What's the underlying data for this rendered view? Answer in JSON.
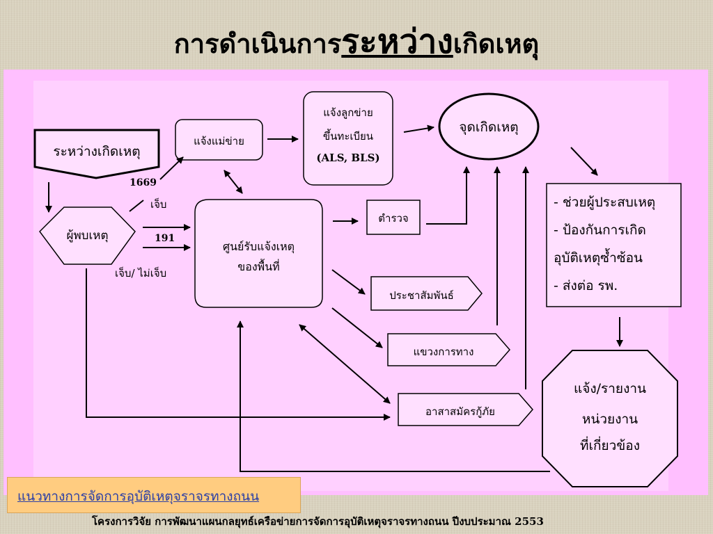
{
  "title": {
    "part1": "การดำเนินการ",
    "part2": "ระหว่าง",
    "part3": "เกิดเหตุ"
  },
  "nodes": {
    "during_incident": "ระหว่างเกิดเหตุ",
    "notify_main_network": "แจ้งแม่ข่าย",
    "notify_sub_network_line1": "แจ้งลูกข่าย",
    "notify_sub_network_line2": "ขึ้นทะเบียน",
    "notify_sub_network_line3": "(ALS, BLS)",
    "incident_scene": "จุดเกิดเหตุ",
    "witness": "ผู้พบเหตุ",
    "call_center_line1": "ศูนย์รับแจ้งเหตุ",
    "call_center_line2": "ของพื้นที่",
    "police": "ตำรวจ",
    "public_relations": "ประชาสัมพันธ์",
    "highway_district": "แขวงการทาง",
    "rescue_volunteers": "อาสาสมัครกู้ภัย",
    "actions_line1": "- ช่วยผู้ประสบเหตุ",
    "actions_line2": "- ป้องกันการเกิด",
    "actions_line3": "อุบัติเหตุซ้ำซ้อน",
    "actions_line4": "- ส่งต่อ รพ.",
    "report_line1": "แจ้ง/รายงาน",
    "report_line2": "หน่วยงาน",
    "report_line3": "ที่เกี่ยวข้อง"
  },
  "edge_labels": {
    "hotline_1669": "1669",
    "injured": "เจ็บ",
    "hotline_191": "191",
    "injured_or_not": "เจ็บ/ ไม่เจ็บ"
  },
  "guideline_link": "แนวทางการจัดการอุบัติเหตุจราจรทางถนน",
  "footer": "โครงการวิจัย  การพัฒนาแผนกลยุทธ์เครือข่ายการจัดการอุบัติเหตุจราจรทางถนน  ปีงบประมาณ 2553",
  "colors": {
    "outer_panel": "#ffbfff",
    "inner_panel": "#ffd0ff",
    "guideline_bg": "#ffcc80",
    "guideline_text": "#2a3fa6",
    "box_fill": "#ffe0ff"
  }
}
